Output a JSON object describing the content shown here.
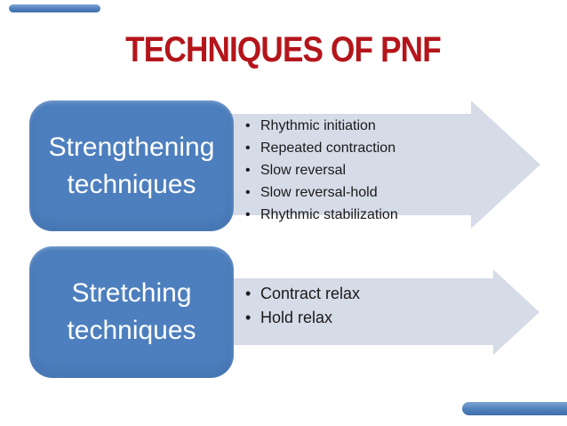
{
  "slide": {
    "title": "TECHNIQUES OF PNF",
    "bullet_glyph": "•"
  },
  "diagram": {
    "rows": [
      {
        "box_label": "Strengthening\ntechniques",
        "items": [
          "Rhythmic initiation",
          "Repeated contraction",
          "Slow reversal",
          "Slow reversal-hold",
          "Rhythmic stabilization"
        ]
      },
      {
        "box_label": "Stretching\ntechniques",
        "items": [
          "Contract relax",
          "Hold relax"
        ]
      }
    ]
  },
  "colors": {
    "title_red": "#b4151b",
    "box_blue": "#4d7fbe",
    "arrow_fill": "#d6dbe8",
    "accent_bar_blue": "#4f81bd",
    "text_dark": "#1a1a1a",
    "box_text": "#ffffff",
    "background": "#ffffff"
  }
}
